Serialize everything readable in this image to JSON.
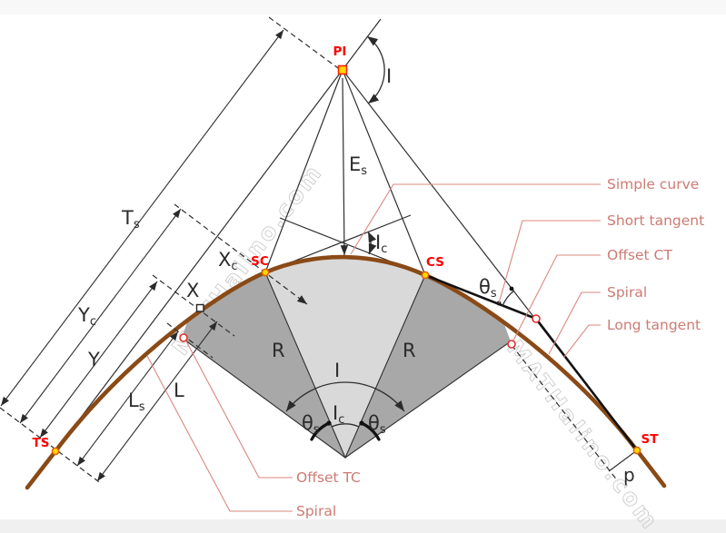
{
  "watermark": "MATHalino.com",
  "points": {
    "pi": "PI",
    "ts": "TS",
    "sc": "SC",
    "cs": "CS",
    "st": "ST"
  },
  "dimensions": {
    "Ts": {
      "base": "T",
      "sub": "s"
    },
    "Xc": {
      "base": "X",
      "sub": "c"
    },
    "X": {
      "base": "X"
    },
    "Yc": {
      "base": "Y",
      "sub": "c"
    },
    "Y": {
      "base": "Y"
    },
    "Ls": {
      "base": "L",
      "sub": "s"
    },
    "L": {
      "base": "L"
    },
    "Es": {
      "base": "E",
      "sub": "s"
    },
    "R": {
      "base": "R"
    },
    "I": {
      "base": "I"
    },
    "Ic": {
      "base": "I",
      "sub": "c"
    },
    "theta_s": {
      "base": "θ",
      "sub": "s"
    },
    "p": {
      "base": "p"
    }
  },
  "callouts": {
    "simple_curve": "Simple curve",
    "short_tangent": "Short tangent",
    "offset_ct": "Offset CT",
    "spiral_right": "Spiral",
    "long_tangent": "Long tangent",
    "offset_tc": "Offset TC",
    "spiral_left": "Spiral"
  },
  "colors": {
    "curve_brown": "#8a4a16",
    "callout_salmon": "#d98880",
    "callout_text": "#cd7b74",
    "point_label_red": "#ff0000",
    "marker_gold": "#ffd700",
    "marker_ring": "#e06000",
    "pi_ring": "#ff2400",
    "offset_ring": "#e03030",
    "sector_light": "#d9d9d9",
    "sector_dark": "#a8a8a8",
    "line_dark": "#2f2f2f",
    "watermark_gray": "#cccccc"
  }
}
